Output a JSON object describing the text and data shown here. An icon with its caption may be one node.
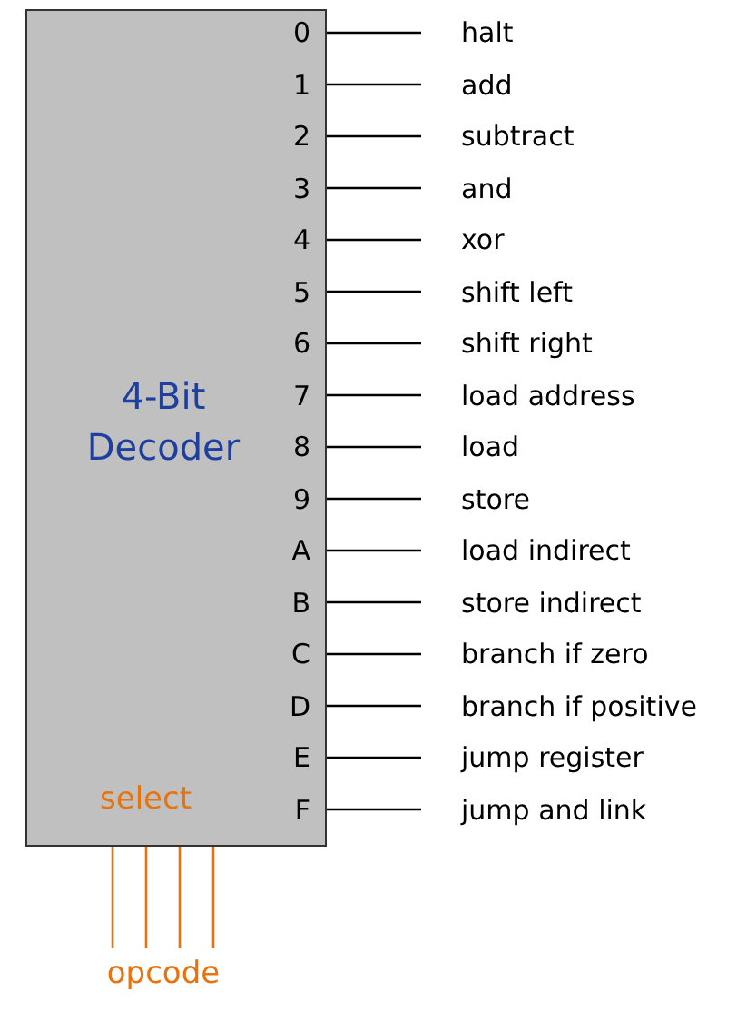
{
  "diagram": {
    "nodes": [
      {
        "text": [
          "4-Bit Decoder",
          "0",
          "1",
          "2",
          "3",
          "4",
          "5",
          "6",
          "7",
          "8",
          "9",
          "A",
          "B",
          "C",
          "D",
          "E",
          "F",
          "select"
        ]
      },
      {
        "text": [
          "halt"
        ]
      },
      {
        "text": [
          "add"
        ]
      },
      {
        "text": [
          "subtract"
        ]
      },
      {
        "text": [
          "and"
        ]
      },
      {
        "text": [
          "xor"
        ]
      },
      {
        "text": [
          "shift left"
        ]
      },
      {
        "text": [
          "shift right"
        ]
      },
      {
        "text": [
          "load address"
        ]
      },
      {
        "text": [
          "load"
        ]
      },
      {
        "text": [
          "store"
        ]
      },
      {
        "text": [
          "load indirect"
        ]
      },
      {
        "text": [
          "store indirect"
        ]
      },
      {
        "text": [
          "branch if zero"
        ]
      },
      {
        "text": [
          "branch if positive"
        ]
      },
      {
        "text": [
          "jump register"
        ]
      },
      {
        "text": [
          "jump and link"
        ]
      },
      {
        "text": [
          "opcode"
        ]
      }
    ],
    "edges": [
      {
        "from": 0,
        "to": 1,
        "arrow": "none"
      },
      {
        "from": 0,
        "to": 2,
        "arrow": "none"
      },
      {
        "from": 0,
        "to": 3,
        "arrow": "none"
      },
      {
        "from": 0,
        "to": 4,
        "arrow": "none"
      },
      {
        "from": 0,
        "to": 5,
        "arrow": "none"
      },
      {
        "from": 0,
        "to": 6,
        "arrow": "none"
      },
      {
        "from": 0,
        "to": 7,
        "arrow": "none"
      },
      {
        "from": 0,
        "to": 8,
        "arrow": "none"
      },
      {
        "from": 0,
        "to": 9,
        "arrow": "none"
      },
      {
        "from": 0,
        "to": 10,
        "arrow": "none"
      },
      {
        "from": 0,
        "to": 11,
        "arrow": "none"
      },
      {
        "from": 0,
        "to": 12,
        "arrow": "none"
      },
      {
        "from": 0,
        "to": 13,
        "arrow": "none"
      },
      {
        "from": 0,
        "to": 14,
        "arrow": "none"
      },
      {
        "from": 0,
        "to": 15,
        "arrow": "none"
      },
      {
        "from": 0,
        "to": 16,
        "arrow": "none"
      },
      {
        "from": 17,
        "to": 0,
        "arrow": "none",
        "color": "#e8720c"
      },
      {
        "from": 17,
        "to": 0,
        "arrow": "none",
        "color": "#e8720c"
      },
      {
        "from": 17,
        "to": 0,
        "arrow": "none",
        "color": "#e8720c"
      },
      {
        "from": 17,
        "to": 0,
        "arrow": "none",
        "color": "#e8720c"
      }
    ]
  }
}
